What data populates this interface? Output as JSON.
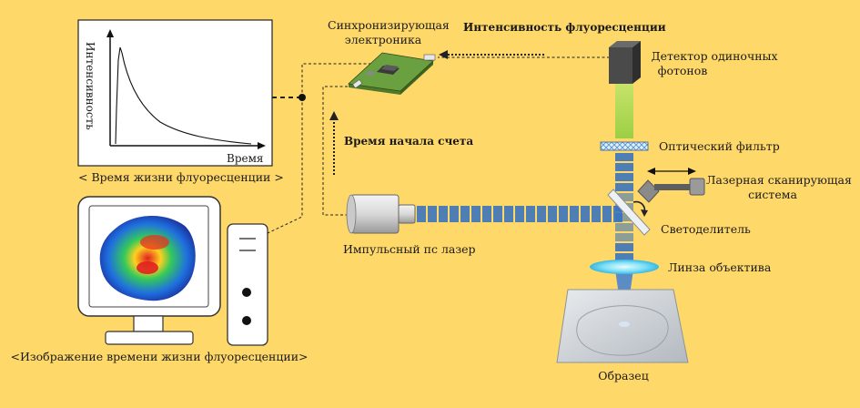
{
  "decay_plot": {
    "ylabel": "Интенсивность",
    "xlabel": "Время",
    "caption": "< Время жизни флуоресценции >"
  },
  "labels": {
    "sync_electronics_line1": "Синхронизирующая",
    "sync_electronics_line2": "электроника",
    "fluorescence_intensity": "Интенсивность флуоресценции",
    "detector_line1": "Детектор одиночных",
    "detector_line2": "фотонов",
    "optical_filter": "Оптический фильтр",
    "laser_scan_line1": "Лазерная сканирующая",
    "laser_scan_line2": "система",
    "beam_splitter": "Светоделитель",
    "objective_lens": "Линза объектива",
    "sample": "Образец",
    "start_time": "Время начала счета",
    "pulsed_laser": "Импульсный пс лазер",
    "lifetime_image_caption": "<Изображение времени жизни флуоресценции>"
  },
  "colors": {
    "background": "#ffd86a",
    "beam_blue": "#2f6fc0",
    "beam_green": "#8cc63e"
  }
}
